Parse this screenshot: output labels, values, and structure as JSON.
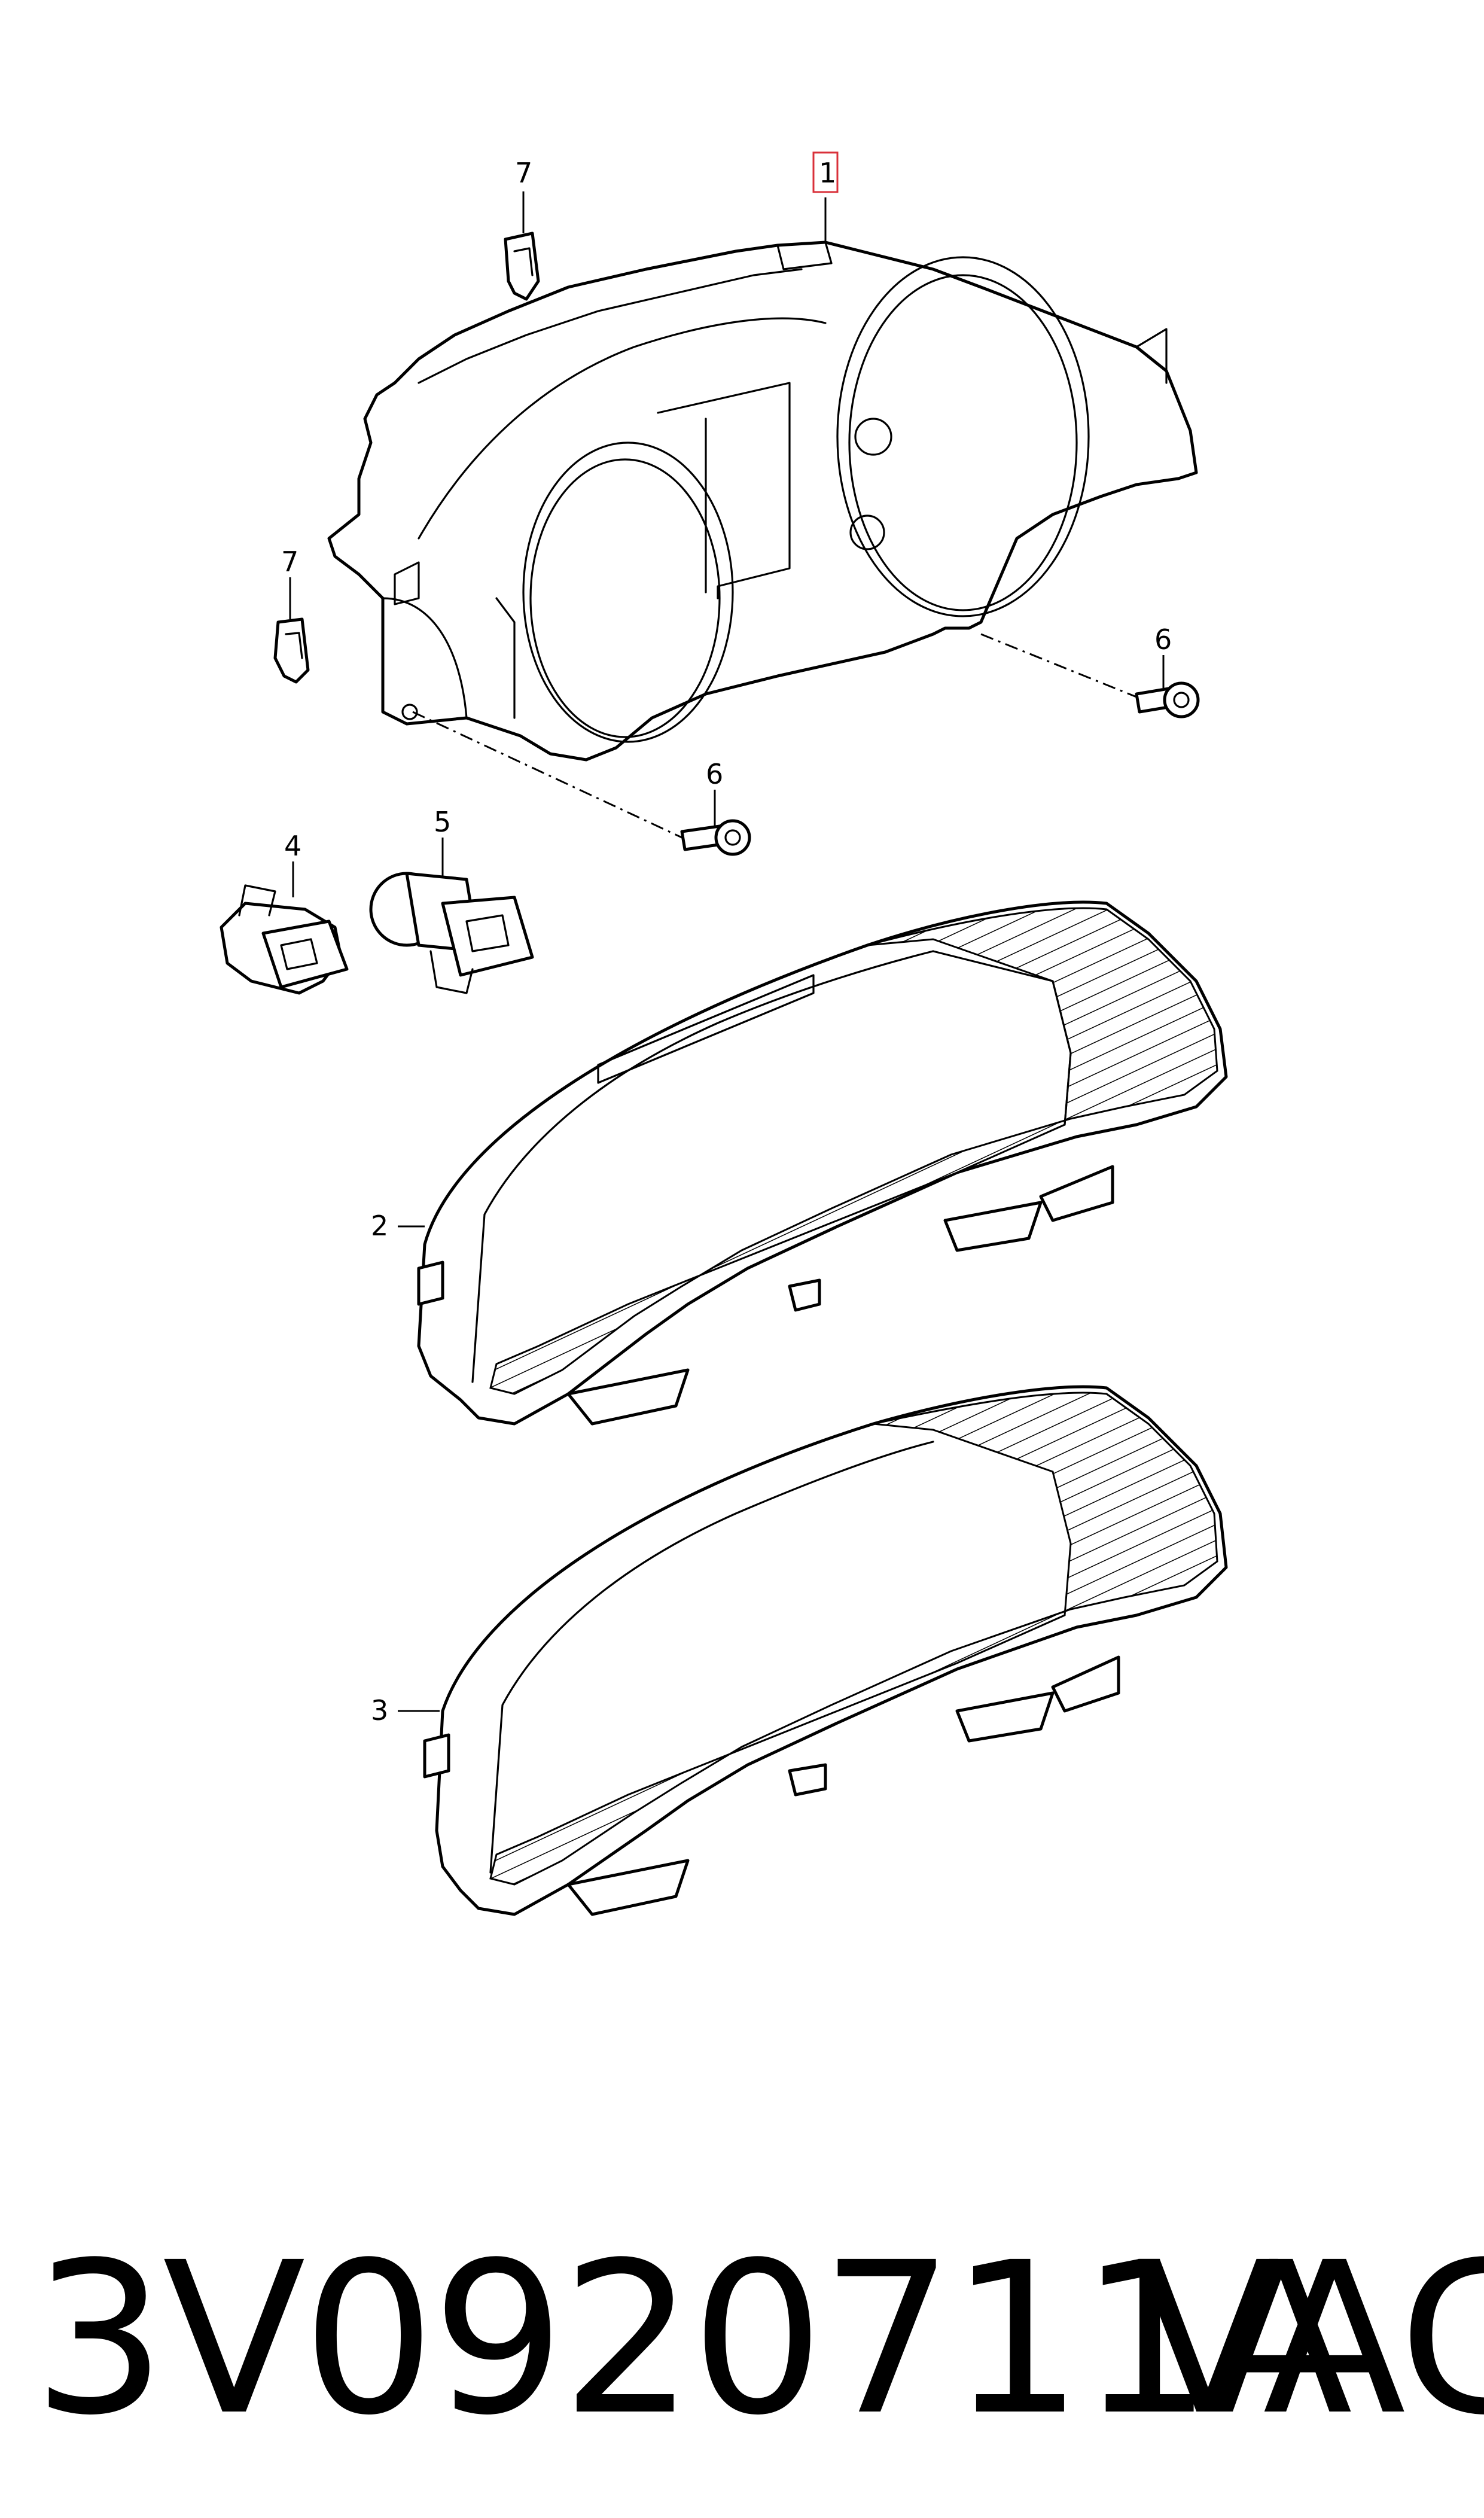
{
  "callouts": {
    "c1": "1",
    "c2": "2",
    "c3": "3",
    "c4": "4",
    "c5": "5",
    "c6a": "6",
    "c6b": "6",
    "c7a": "7",
    "c7b": "7"
  },
  "caption": {
    "part_number": "3V0920711A",
    "brand": "VAG"
  },
  "colors": {
    "line": "#000000",
    "highlight": "#d9303a",
    "background": "#ffffff"
  }
}
